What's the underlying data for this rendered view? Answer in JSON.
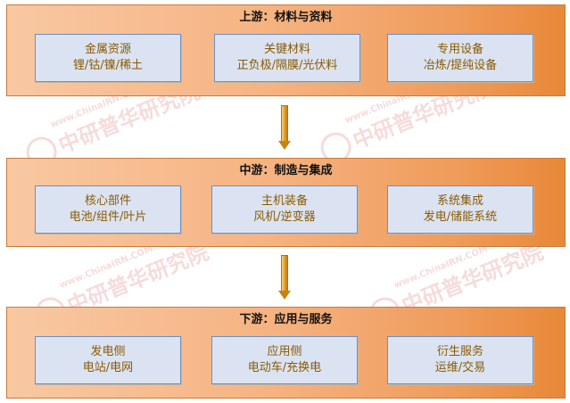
{
  "bands": [
    {
      "title": "上游：材料与资料",
      "nodes": [
        {
          "line1": "金属资源",
          "line2": "锂/钴/镍/稀土"
        },
        {
          "line1": "关键材料",
          "line2": "正负极/隔膜/光伏料"
        },
        {
          "line1": "专用设备",
          "line2": "冶炼/提纯设备"
        }
      ]
    },
    {
      "title": "中游：制造与集成",
      "nodes": [
        {
          "line1": "核心部件",
          "line2": "电池/组件/叶片"
        },
        {
          "line1": "主机装备",
          "line2": "风机/逆变器"
        },
        {
          "line1": "系统集成",
          "line2": "发电/储能系统"
        }
      ]
    },
    {
      "title": "下游：应用与服务",
      "nodes": [
        {
          "line1": "发电侧",
          "line2": "电站/电网"
        },
        {
          "line1": "应用侧",
          "line2": "电动车/充换电"
        },
        {
          "line1": "衍生服务",
          "line2": "运维/交易"
        }
      ]
    }
  ],
  "watermark": {
    "url": "www.ChinaIRN.COM",
    "text": "中研普华研究院",
    "logo": "CIRN"
  },
  "colors": {
    "band_light": "#f8c8a2",
    "band_dark": "#e88838",
    "node_fill": "#dbe3f2",
    "node_border": "#6c8fc0",
    "node_text": "#8a5a00",
    "arrow": "#e0a02a"
  }
}
